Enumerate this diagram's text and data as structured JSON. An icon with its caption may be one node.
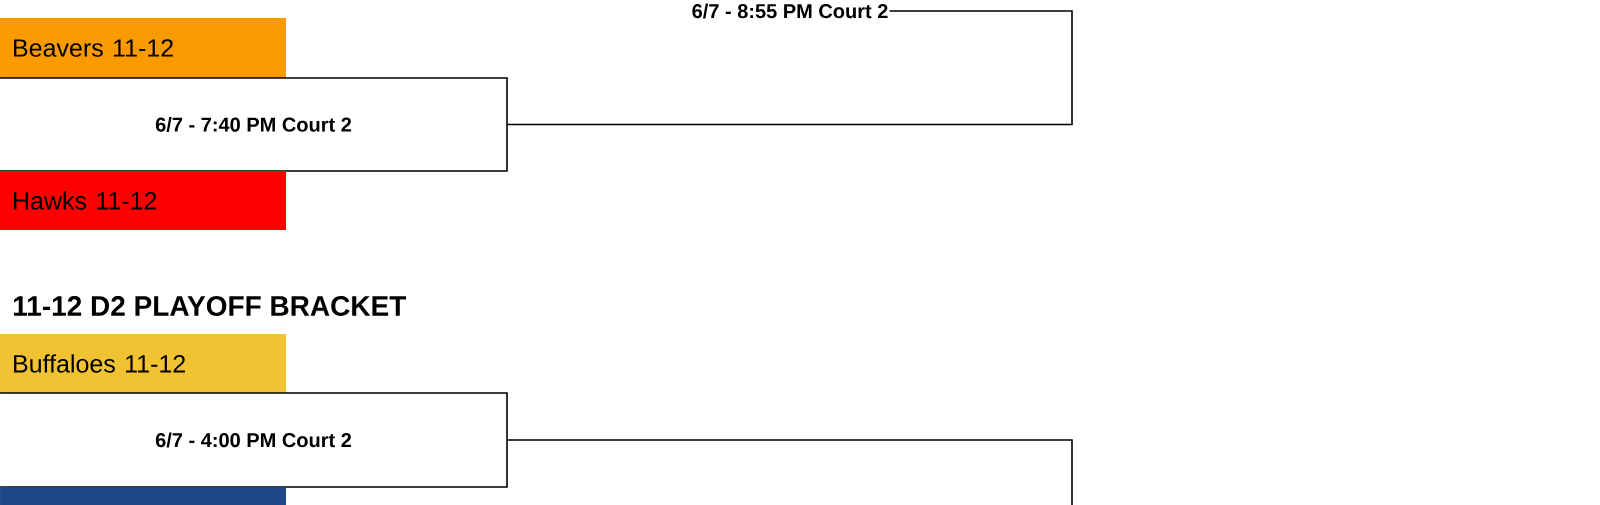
{
  "diagram": {
    "title": "11-12 D2 PLAYOFF BRACKET",
    "nodes": [
      {
        "text": [
          "6/7 - 8:55 PM Court 2"
        ]
      },
      {
        "text": [
          "Beavers 11-12"
        ]
      },
      {
        "text": [
          "6/7 - 7:40 PM Court 2"
        ]
      },
      {
        "text": [
          "Hawks 11-12"
        ]
      },
      {
        "text": [
          "Buffaloes 11-12"
        ]
      },
      {
        "text": [
          "6/7 - 4:00 PM Court 2"
        ]
      },
      {
        "text": [],
        "shape": "box"
      }
    ],
    "edges": [
      {
        "from": 2,
        "to": 0,
        "arrow": "none"
      },
      {
        "from": 5,
        "to": null,
        "arrow": "none"
      }
    ]
  }
}
